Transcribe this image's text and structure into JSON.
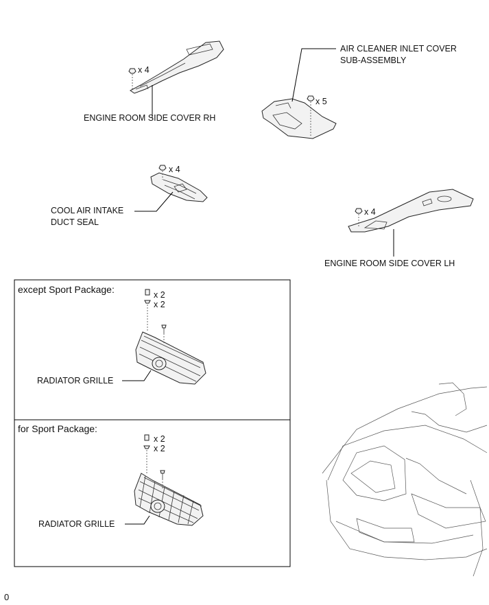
{
  "parts": {
    "side_cover_rh": "ENGINE ROOM SIDE COVER RH",
    "inlet_cover_line1": "AIR CLEANER INLET COVER",
    "inlet_cover_line2": "SUB-ASSEMBLY",
    "duct_seal_line1": "COOL AIR INTAKE",
    "duct_seal_line2": "DUCT SEAL",
    "side_cover_lh": "ENGINE ROOM SIDE COVER LH"
  },
  "quantities": {
    "rh_clips": "x 4",
    "inlet_clips": "x 5",
    "duct_clips": "x 4",
    "lh_clips": "x 4"
  },
  "panel_except_sport": {
    "title": "except Sport Package:",
    "qty_a": "x 2",
    "qty_b": "x 2",
    "part_label": "RADIATOR GRILLE"
  },
  "panel_sport": {
    "title": "for Sport Package:",
    "qty_a": "x 2",
    "qty_b": "x 2",
    "part_label": "RADIATOR GRILLE"
  },
  "corner_mark": "0"
}
